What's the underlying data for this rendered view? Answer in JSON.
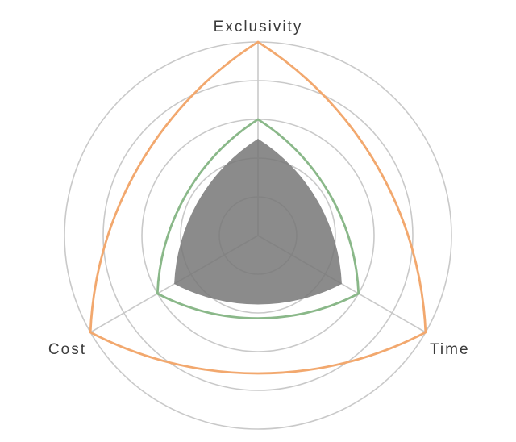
{
  "chart_data": {
    "type": "radar",
    "axes": [
      "Exclusivity",
      "Time",
      "Cost"
    ],
    "rlim": [
      0,
      5
    ],
    "rings": [
      1,
      2,
      3,
      4,
      5
    ],
    "grid": true,
    "series": [
      {
        "values": [
          5,
          5,
          5
        ],
        "color": "#f2a86e",
        "fill": false
      },
      {
        "values": [
          3,
          3,
          3
        ],
        "color": "#8ab889",
        "fill": false
      },
      {
        "values": [
          2.5,
          2.5,
          2.5
        ],
        "color": "#777777",
        "fill": true,
        "fill_opacity": 0.85
      }
    ]
  }
}
